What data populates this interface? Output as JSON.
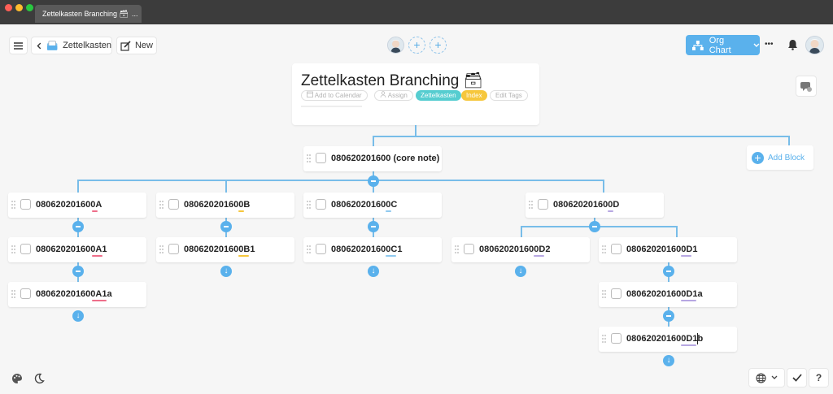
{
  "window": {
    "tab_title": "Zettelkasten Branching 🗃",
    "tab_more": "...",
    "traffic_colors": [
      "#fe5f57",
      "#febc2e",
      "#28c840"
    ]
  },
  "toolbar": {
    "menu_icon": "hamburger-menu-icon",
    "back_icon": "chevron-left-icon",
    "workspace_label": "Zettelkasten",
    "new_label": "New",
    "add_collab_symbol": "+",
    "view_label": "Org Chart",
    "more_symbol": "•••",
    "bell_icon": "bell-icon"
  },
  "document": {
    "title": "Zettelkasten Branching 🗃",
    "add_to_calendar": "Add to Calendar",
    "assign": "Assign",
    "tags": [
      {
        "label": "Zettelkasten",
        "color": "#56cdd0"
      },
      {
        "label": "Index",
        "color": "#f6c73d"
      }
    ],
    "edit_tags": "Edit Tags"
  },
  "nodes": {
    "root": "080620201600 (core note)",
    "A": "080620201600A",
    "B": "080620201600B",
    "C": "080620201600C",
    "D": "080620201600D",
    "A1": "080620201600A1",
    "B1": "080620201600B1",
    "C1": "080620201600C1",
    "D2": "080620201600D2",
    "D1": "080620201600D1",
    "A1a": "080620201600A1a",
    "D1a": "080620201600D1a",
    "D1b": "080620201600D1b"
  },
  "branch_colors": {
    "A": "#ee6e8a",
    "B": "#f6c73d",
    "C": "#8fc9ef",
    "D": "#b7a7e2"
  },
  "add_block_label": "Add Block",
  "expand_symbol": "↓",
  "accent_color": "#5ab1ec",
  "bottom": {
    "palette_icon": "palette-icon",
    "theme_icon": "moon-icon",
    "language_icon": "globe-icon",
    "check_icon": "check-icon",
    "help_symbol": "?"
  }
}
